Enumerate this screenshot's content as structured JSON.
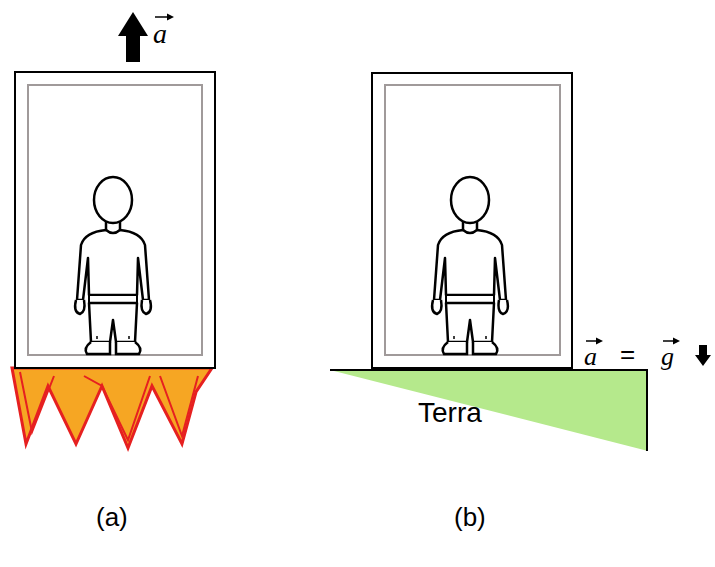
{
  "diagram": {
    "nodes": [
      {
        "text": [
          "Terra"
        ]
      }
    ],
    "labels": [
      "a",
      "a",
      "=",
      "g",
      "(a)",
      "(b)"
    ]
  }
}
